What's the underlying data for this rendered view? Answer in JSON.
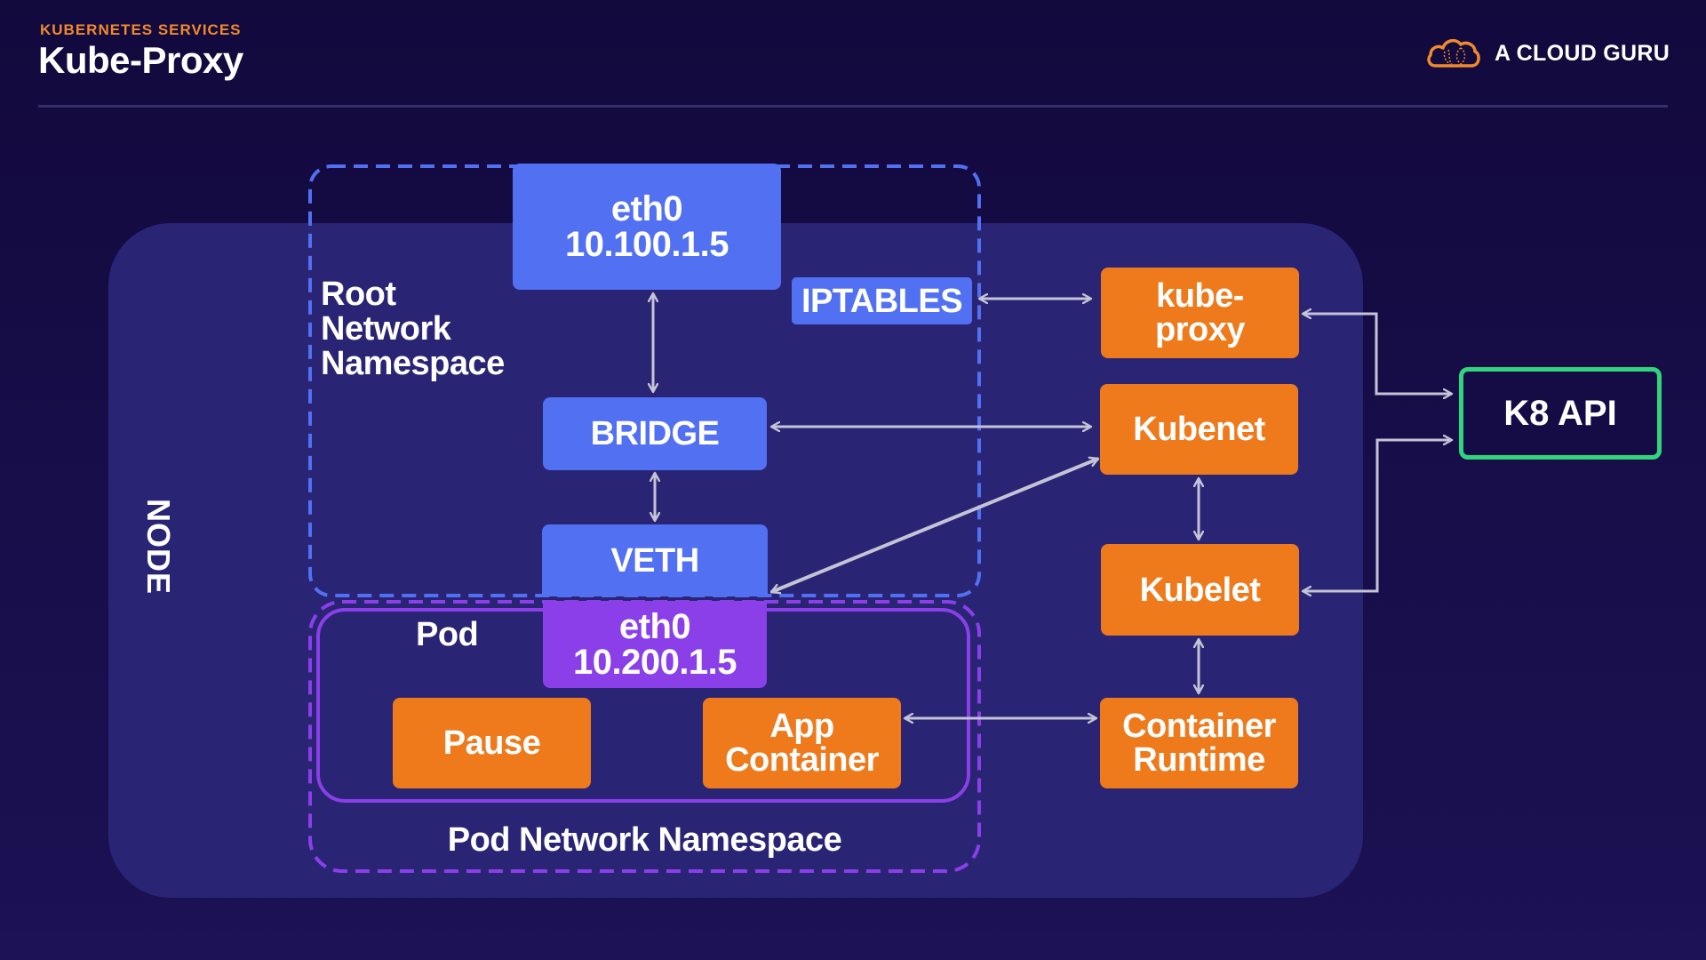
{
  "header": {
    "subtitle": "KUBERNETES SERVICES",
    "title": "Kube-Proxy",
    "brand": "A CLOUD GURU"
  },
  "colors": {
    "accent_orange": "#ee7a1c",
    "interface_blue": "#5270f2",
    "pod_purple": "#8a3fe8",
    "api_green": "#2fd47d",
    "node_panel": "#2a2475",
    "background": "#150c45"
  },
  "diagram": {
    "node_label": "NODE",
    "root_namespace": {
      "label_lines": [
        "Root",
        "Network",
        "Namespace"
      ],
      "eth0": {
        "name": "eth0",
        "ip": "10.100.1.5"
      },
      "iptables": "IPTABLES",
      "bridge": "BRIDGE",
      "veth": "VETH"
    },
    "pod_namespace": {
      "label": "Pod Network Namespace",
      "pod_label": "Pod",
      "eth0": {
        "name": "eth0",
        "ip": "10.200.1.5"
      },
      "pause": "Pause",
      "app_container": [
        "App",
        "Container"
      ]
    },
    "components": {
      "kube_proxy": [
        "kube-",
        "proxy"
      ],
      "kubenet": "Kubenet",
      "kubelet": "Kubelet",
      "container_runtime": [
        "Container",
        "Runtime"
      ]
    },
    "k8_api": "K8 API",
    "connections": [
      {
        "from": "eth0-host",
        "to": "bridge",
        "type": "bidirectional"
      },
      {
        "from": "bridge",
        "to": "veth",
        "type": "bidirectional"
      },
      {
        "from": "iptables",
        "to": "kube-proxy",
        "type": "bidirectional"
      },
      {
        "from": "kubenet",
        "to": "bridge",
        "type": "bidirectional"
      },
      {
        "from": "kubenet",
        "to": "veth",
        "type": "bidirectional"
      },
      {
        "from": "kubenet",
        "to": "kubelet",
        "type": "bidirectional"
      },
      {
        "from": "kubelet",
        "to": "container-runtime",
        "type": "bidirectional"
      },
      {
        "from": "container-runtime",
        "to": "app-container",
        "type": "bidirectional"
      },
      {
        "from": "kube-proxy",
        "to": "k8-api",
        "type": "bidirectional"
      },
      {
        "from": "kubelet",
        "to": "k8-api",
        "type": "bidirectional"
      }
    ]
  }
}
